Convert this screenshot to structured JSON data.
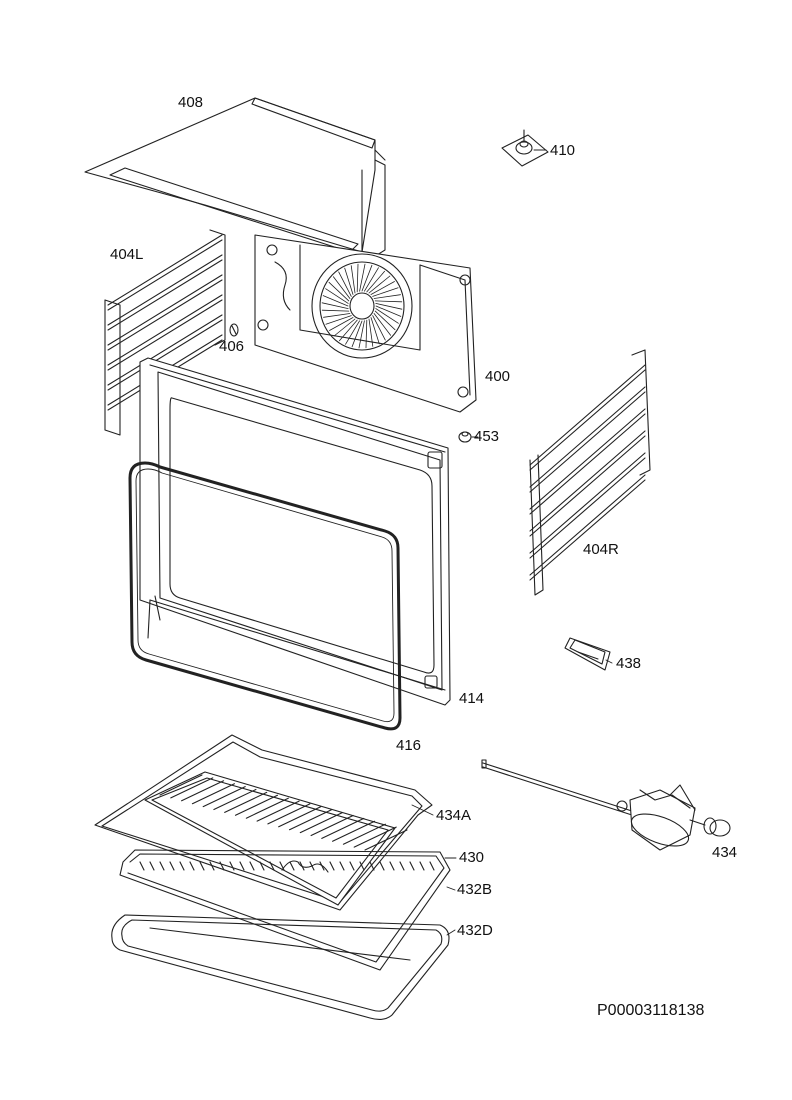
{
  "labels": {
    "l408": "408",
    "l410": "410",
    "l404L": "404L",
    "l406": "406",
    "l400": "400",
    "l453": "453",
    "l404R": "404R",
    "l438": "438",
    "l414": "414",
    "l416": "416",
    "l434A": "434A",
    "l430": "430",
    "l432B": "432B",
    "l432D": "432D",
    "l434": "434"
  },
  "document_id": "P00003118138",
  "colors": {
    "line": "#222222",
    "background": "#ffffff"
  }
}
